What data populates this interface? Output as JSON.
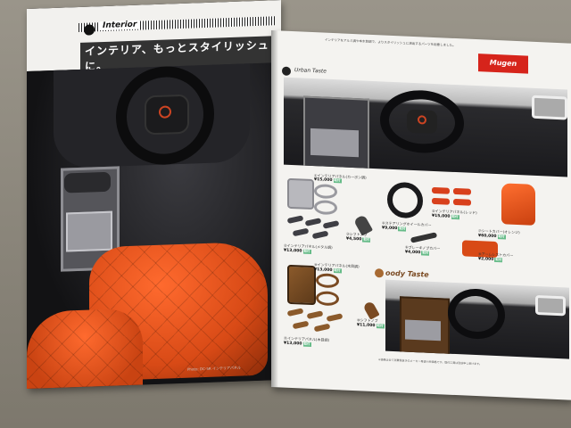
{
  "left_page": {
    "section_title": "Interior",
    "headline": "インテリア、もっとスタイリッシュに。",
    "caption": "Photo: DC-5R インテリアパネル"
  },
  "right_page": {
    "intro": "インテリアをアルミ調や本木目調で、よりスタイリッシュに演出するパーツを用意しました。",
    "brand_logo": "Mugen",
    "section1_label": "Urban Taste",
    "section2_label": "oody Taste",
    "parts_urban": [
      {
        "name": "①インテリアパネル",
        "note": "(カーボン調)",
        "price": "¥15,000",
        "tag": "取付"
      },
      {
        "name": "②インテリアパネル",
        "note": "(メタル調)",
        "price": "¥13,000",
        "tag": "取付"
      },
      {
        "name": "③シフトノブ",
        "note": "",
        "price": "¥4,500",
        "tag": "取付"
      },
      {
        "name": "④ステアリングホイールカバー",
        "note": "",
        "price": "¥9,000",
        "tag": "取付"
      },
      {
        "name": "⑤インテリアパネル",
        "note": "(レッド)",
        "price": "¥15,000",
        "tag": "取付"
      },
      {
        "name": "⑥ブレーキノブカバー",
        "note": "",
        "price": "¥4,000",
        "tag": "取付"
      },
      {
        "name": "⑦シートカバー",
        "note": "(オレンジ)",
        "price": "¥60,000",
        "tag": "取付"
      },
      {
        "name": "⑧アームレストカバー",
        "note": "",
        "price": "¥2,000",
        "tag": "取付"
      }
    ],
    "parts_woody": [
      {
        "name": "⑨インテリアパネル",
        "note": "(木目調)",
        "price": "¥13,000",
        "tag": "取付"
      },
      {
        "name": "⑩シフトノブ",
        "note": "",
        "price": "¥11,000",
        "tag": "取付"
      },
      {
        "name": "⑪インテリアパネル",
        "note": "(木目調)",
        "price": "¥13,000",
        "tag": "取付"
      }
    ],
    "footnote": "※価格は全て消費税抜きのメーカー希望小売価格です。取付工賃は別途申し受けます。"
  }
}
